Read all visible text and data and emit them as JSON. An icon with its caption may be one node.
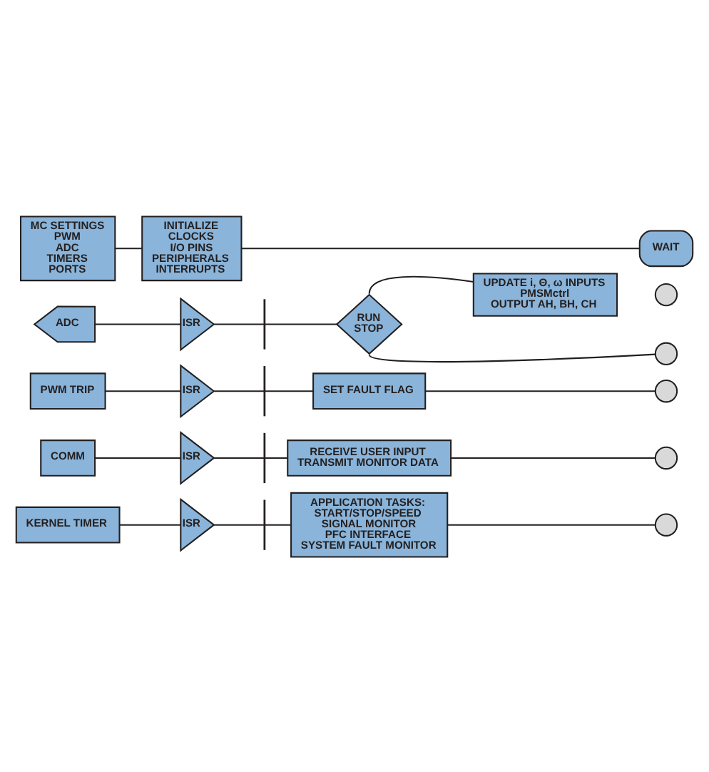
{
  "diagram": {
    "nodes": [
      {
        "text": [
          "MC SETTINGS",
          "PWM",
          "ADC",
          "TIMERS",
          "PORTS"
        ]
      },
      {
        "text": [
          "INITIALIZE",
          "CLOCKS",
          "I/O PINS",
          "PERIPHERALS",
          "INTERRUPTS"
        ]
      },
      {
        "text": [
          "WAIT"
        ]
      },
      {
        "text": [
          "UPDATE i, Θ, ω INPUTS",
          "PMSMctrl",
          "OUTPUT AH, BH, CH"
        ]
      },
      {
        "text": [],
        "shape": "circle"
      },
      {
        "text": [
          "ADC"
        ]
      },
      {
        "text": [
          "ISR"
        ]
      },
      {
        "text": [],
        "shape": "bar"
      },
      {
        "text": [
          "RUN",
          "STOP"
        ]
      },
      {
        "text": [],
        "shape": "circle"
      },
      {
        "text": [
          "PWM TRIP"
        ]
      },
      {
        "text": [
          "ISR"
        ]
      },
      {
        "text": [],
        "shape": "bar"
      },
      {
        "text": [
          "SET FAULT FLAG"
        ]
      },
      {
        "text": [],
        "shape": "circle"
      },
      {
        "text": [
          "COMM"
        ]
      },
      {
        "text": [
          "ISR"
        ]
      },
      {
        "text": [],
        "shape": "bar"
      },
      {
        "text": [
          "RECEIVE USER INPUT",
          "TRANSMIT MONITOR DATA"
        ]
      },
      {
        "text": [],
        "shape": "circle"
      },
      {
        "text": [
          "KERNEL TIMER"
        ]
      },
      {
        "text": [
          "ISR"
        ]
      },
      {
        "text": [],
        "shape": "bar"
      },
      {
        "text": [
          "APPLICATION TASKS:",
          "START/STOP/SPEED",
          "SIGNAL MONITOR",
          "PFC INTERFACE",
          "SYSTEM FAULT MONITOR"
        ]
      },
      {
        "text": [],
        "shape": "circle"
      }
    ],
    "edges": [
      {
        "from": 0,
        "to": 1,
        "arrow": "none"
      },
      {
        "from": 1,
        "to": 2,
        "arrow": "none"
      },
      {
        "from": 5,
        "to": 6,
        "arrow": "none"
      },
      {
        "from": 6,
        "to": 7,
        "arrow": "none"
      },
      {
        "from": 7,
        "to": 8,
        "arrow": "none"
      },
      {
        "from": 8,
        "to": 3,
        "arrow": "none"
      },
      {
        "from": 8,
        "to": 9,
        "arrow": "none"
      },
      {
        "from": 10,
        "to": 11,
        "arrow": "none"
      },
      {
        "from": 11,
        "to": 12,
        "arrow": "none"
      },
      {
        "from": 12,
        "to": 13,
        "arrow": "none"
      },
      {
        "from": 13,
        "to": 14,
        "arrow": "none"
      },
      {
        "from": 15,
        "to": 16,
        "arrow": "none"
      },
      {
        "from": 16,
        "to": 17,
        "arrow": "none"
      },
      {
        "from": 17,
        "to": 18,
        "arrow": "none"
      },
      {
        "from": 18,
        "to": 19,
        "arrow": "none"
      },
      {
        "from": 20,
        "to": 21,
        "arrow": "none"
      },
      {
        "from": 21,
        "to": 22,
        "arrow": "none"
      },
      {
        "from": 22,
        "to": 23,
        "arrow": "none"
      },
      {
        "from": 23,
        "to": 24,
        "arrow": "none"
      }
    ]
  }
}
